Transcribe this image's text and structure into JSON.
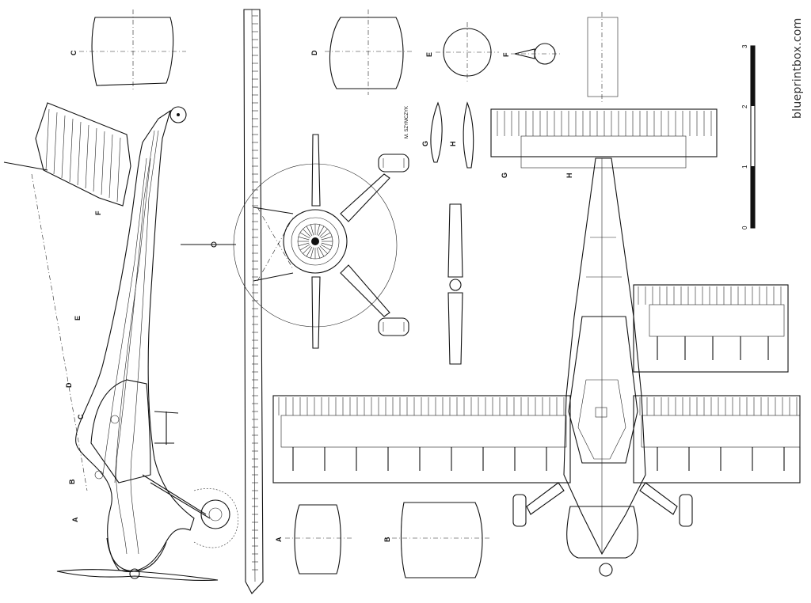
{
  "watermark": "blueprintbox.com",
  "designer": "M. SZYMCZYK",
  "section_labels": {
    "a": "A",
    "b": "B",
    "c": "C",
    "d": "D",
    "e": "E",
    "f": "F",
    "g": "G",
    "h": "H"
  },
  "side_view_labels": {
    "a": "A",
    "b": "B",
    "c": "C",
    "d": "D",
    "e": "E",
    "f": "F"
  },
  "scale": {
    "ticks": [
      "0",
      "1",
      "2",
      "3"
    ]
  },
  "colors": {
    "ink": "#111111",
    "paper": "#ffffff"
  }
}
